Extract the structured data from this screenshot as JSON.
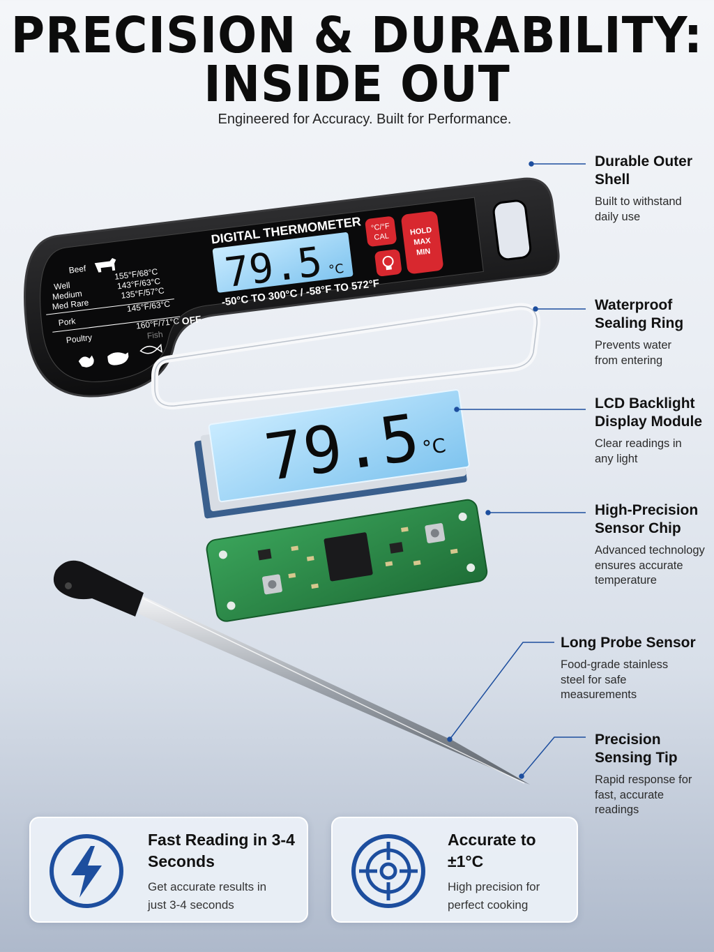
{
  "headline": {
    "line1": "PRECISION & DURABILITY:",
    "line2": "INSIDE OUT"
  },
  "subtitle": "Engineered for Accuracy. Built for Performance.",
  "thermometer": {
    "label": "DIGITAL THERMOMETER",
    "reading": "79.5",
    "unit": "°C",
    "range": "-50°C TO 300°C / -58°F TO 572°F",
    "buttons": {
      "unit_cal": "°C/°F",
      "unit_cal_2": "CAL",
      "hold": "HOLD",
      "max": "MAX",
      "min": "MIN"
    },
    "off_label": "OFF",
    "chart": {
      "beef": "Beef",
      "well": "Well",
      "medium": "Medium",
      "med_rare": "Med Rare",
      "well_temp": "155°F/68°C",
      "medium_temp": "143°F/63°C",
      "med_rare_temp": "135°F/57°C",
      "pork": "Pork",
      "pork_temp": "145°F/63°C",
      "poultry": "Poultry",
      "poultry_temp": "160°F/71°C",
      "fish": "Fish"
    }
  },
  "lcd_module": {
    "reading": "79.5",
    "unit": "°C"
  },
  "callouts": [
    {
      "title": "Durable Outer Shell",
      "desc": "Built to withstand daily use"
    },
    {
      "title": "Waterproof Sealing Ring",
      "desc": "Prevents water from entering"
    },
    {
      "title": "LCD Backlight Display Module",
      "desc": "Clear readings in any light"
    },
    {
      "title": "High-Precision Sensor Chip",
      "desc": "Advanced technology ensures accurate temperature"
    },
    {
      "title": "Long Probe Sensor",
      "desc": "Food-grade stainless steel for safe measurements"
    },
    {
      "title": "Precision Sensing Tip",
      "desc": "Rapid response for fast, accurate readings"
    }
  ],
  "features": [
    {
      "title": "Fast Reading in 3-4 Seconds",
      "desc": "Get accurate results in just 3-4 seconds",
      "icon": "lightning-icon"
    },
    {
      "title": "Accurate to ±1°C",
      "desc": "High precision for perfect cooking",
      "icon": "target-icon"
    }
  ],
  "colors": {
    "accent": "#1d4e9e",
    "button_red": "#d8282f",
    "lcd_blue": "#9fd4f5",
    "pcb_green": "#2e8d4a"
  }
}
